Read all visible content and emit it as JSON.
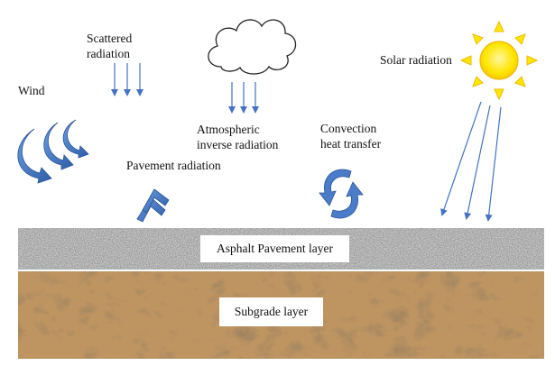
{
  "labels": {
    "wind": "Wind",
    "scattered_radiation": [
      "Scattered",
      "radiation"
    ],
    "atmospheric_radiation": [
      "Atmospheric",
      "inverse radiation"
    ],
    "convection": [
      "Convection",
      "heat transfer"
    ],
    "solar_radiation": "Solar radiation",
    "pavement_radiation": "Pavement radiation"
  },
  "layers": {
    "asphalt": "Asphalt Pavement layer",
    "subgrade": "Subgrade layer"
  },
  "icons": [
    "wind-icon",
    "cloud-icon",
    "sun-icon",
    "convection-cycle-icon",
    "pavement-radiation-icon"
  ],
  "colors": {
    "arrow_blue": "#4472C4",
    "wind_blue": "#3E72C0",
    "sun_yellow": "#FFE800",
    "sun_outline": "#F2B800",
    "asphalt_gray": "#9C9C9C",
    "subgrade_tan": "#B98E5C"
  }
}
